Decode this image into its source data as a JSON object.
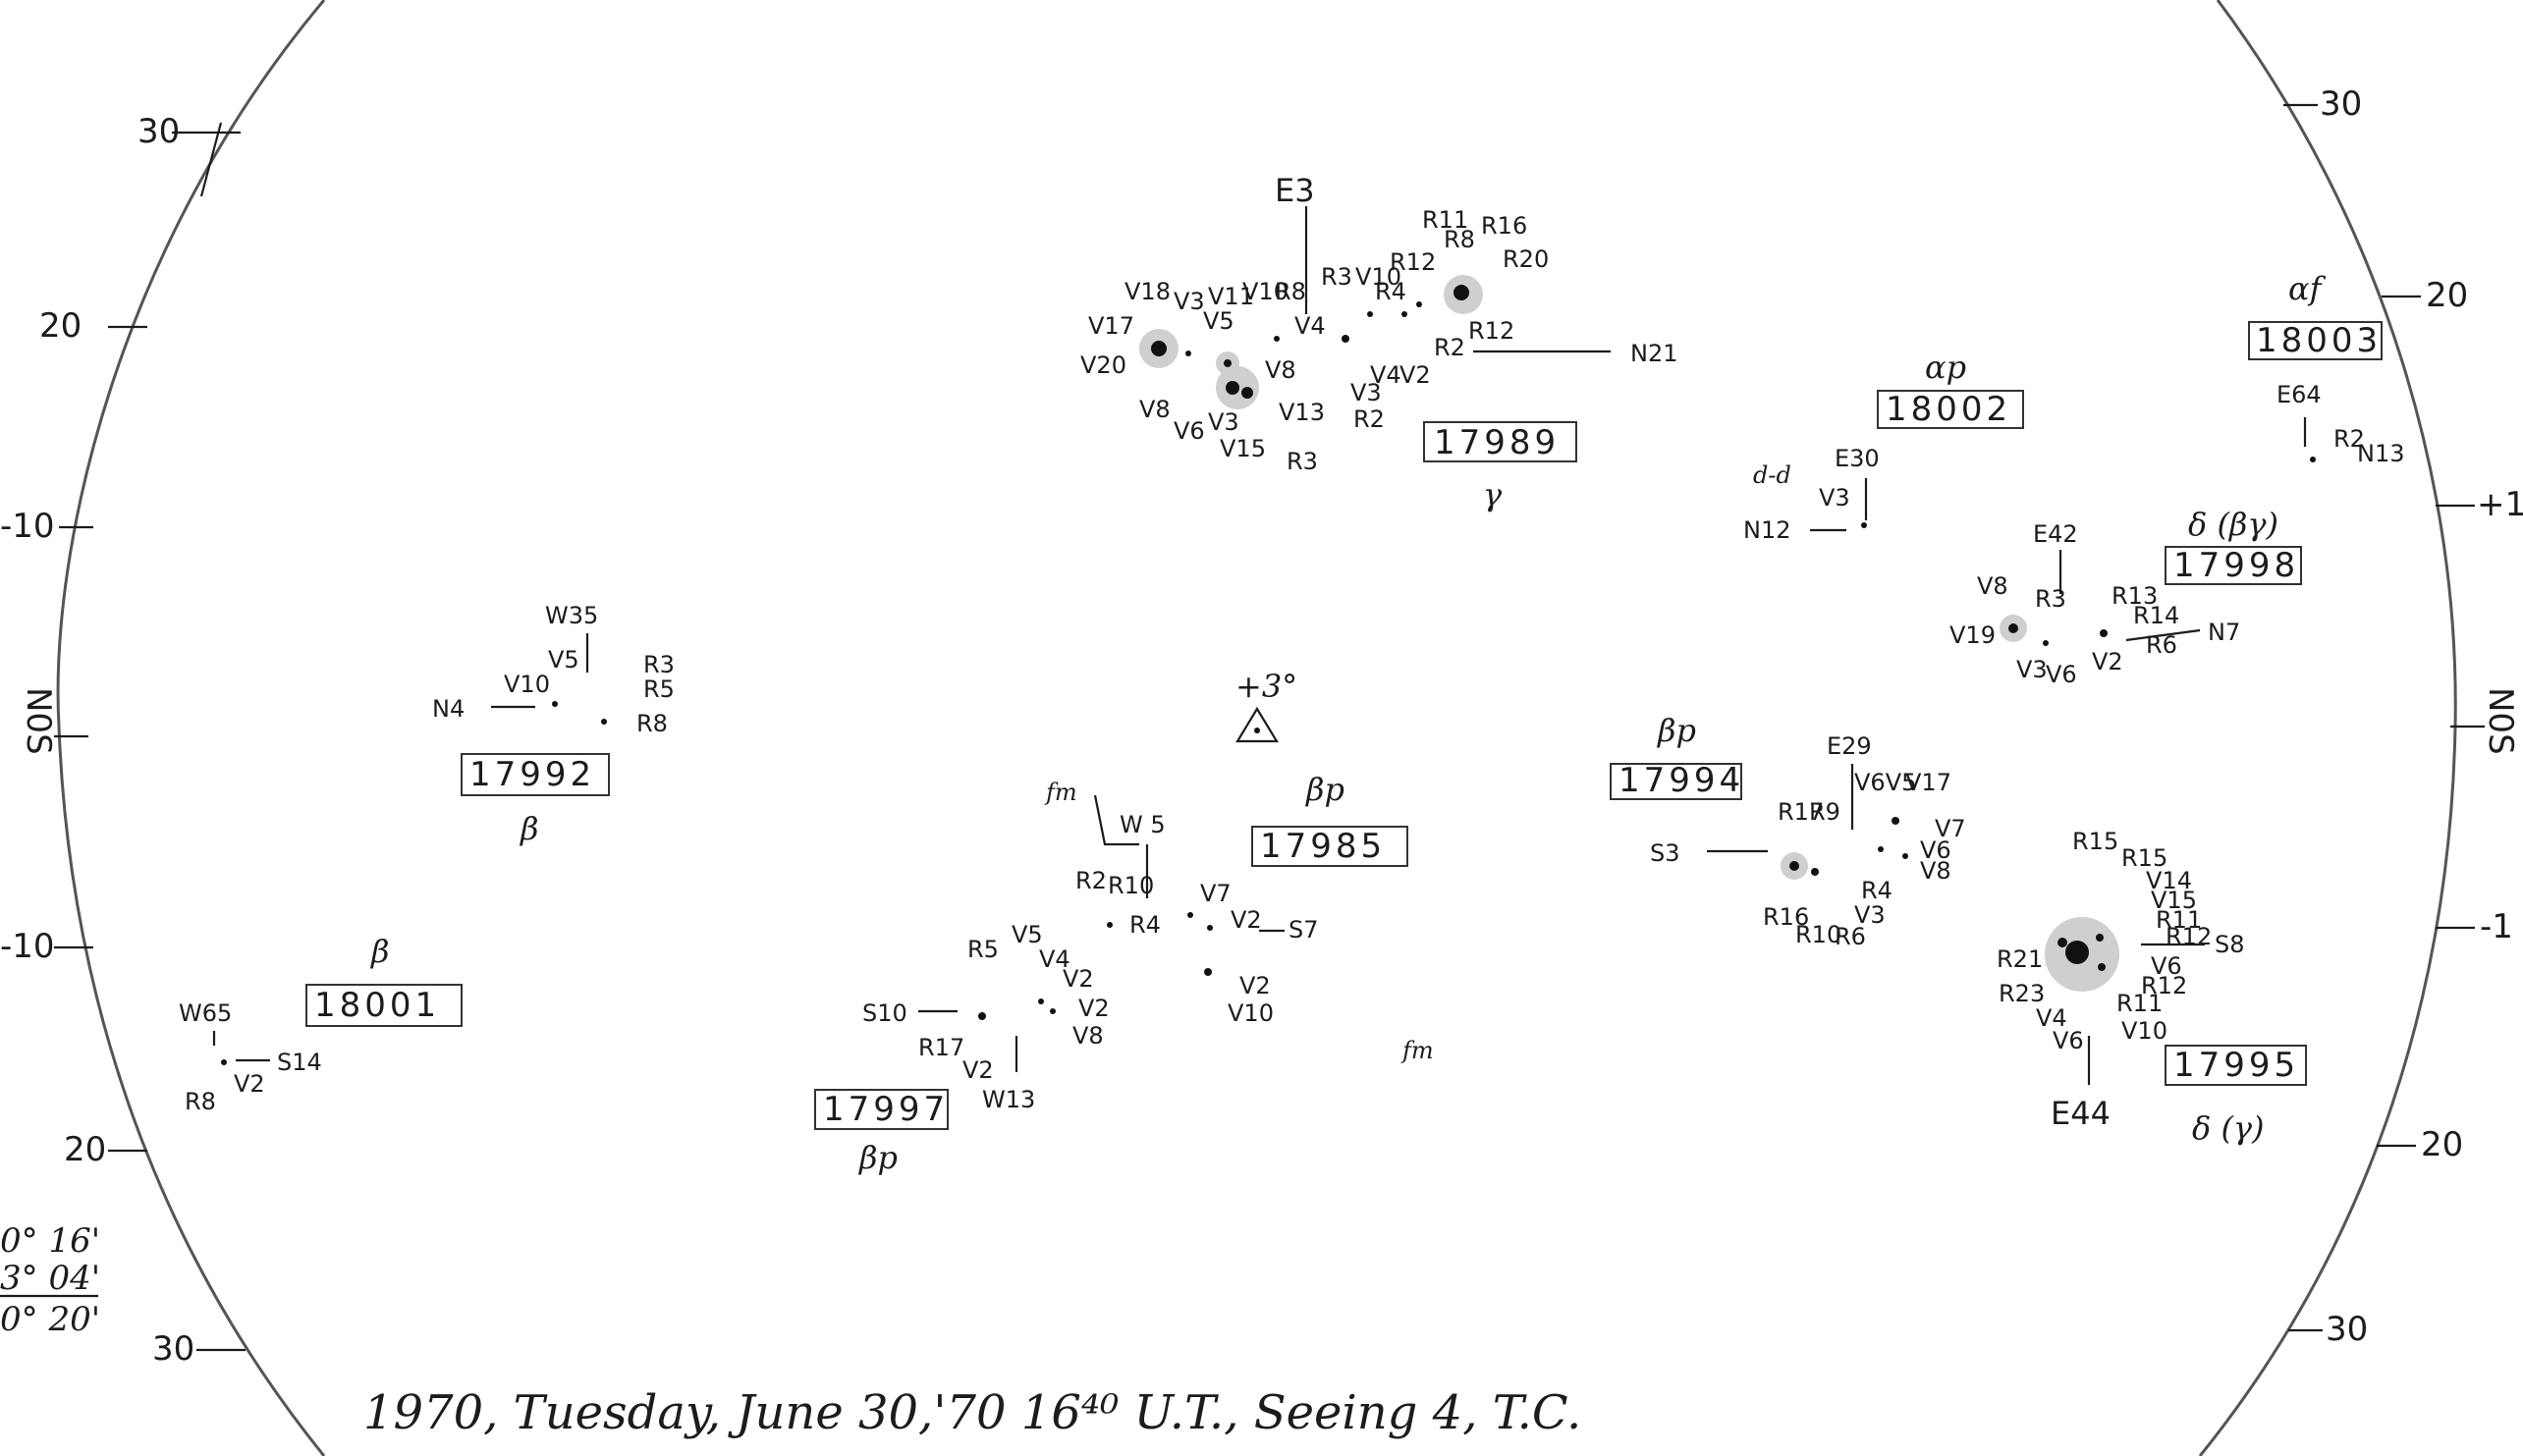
{
  "footer": {
    "caption": "1970, Tuesday, June 30,'70 16⁴⁰ U.T., Seeing 4, T.C."
  },
  "left_scale": [
    "30",
    "20",
    "-10",
    "N0S",
    "-10",
    "20",
    "30"
  ],
  "right_scale": [
    "30",
    "20",
    "+1",
    "N0S",
    "-1",
    "20",
    "30"
  ],
  "corner_values": [
    "0° 16'",
    "3° 04'",
    "0° 20'"
  ],
  "center_mark": "+3°",
  "regions": [
    {
      "id": "17989",
      "class": "γ",
      "position": "E3 / N21",
      "labels": [
        "E3",
        "N21",
        "V18",
        "V17",
        "V20",
        "V3",
        "V11",
        "V10",
        "V5",
        "R8",
        "V8",
        "V6",
        "V3",
        "V13",
        "V15",
        "R3",
        "R3",
        "V10",
        "R12",
        "R11",
        "R8",
        "R16",
        "R4",
        "R20",
        "V4",
        "R12",
        "R2",
        "V4",
        "V3",
        "V2",
        "R2",
        "V8"
      ]
    },
    {
      "id": "18002",
      "class": "αp",
      "position": "E30 / N12",
      "labels": [
        "d-d",
        "E30",
        "V3",
        "N12"
      ]
    },
    {
      "id": "18003",
      "class": "αf",
      "position": "E64 / N13",
      "labels": [
        "E64",
        "R2",
        "N13"
      ]
    },
    {
      "id": "17998",
      "class": "δ (βγ)",
      "position": "E42 / N7",
      "labels": [
        "E42",
        "V8",
        "R3",
        "V19",
        "V3",
        "V6",
        "V2",
        "R13",
        "R14",
        "R6",
        "N7"
      ]
    },
    {
      "id": "17992",
      "class": "β",
      "position": "W35 / N4",
      "labels": [
        "W35",
        "V5",
        "V10",
        "R3",
        "R5",
        "R8",
        "N4"
      ]
    },
    {
      "id": "17994",
      "class": "βp",
      "position": "E29 / S3",
      "labels": [
        "E29",
        "V6V5",
        "V17",
        "V7",
        "V6",
        "V8",
        "R17",
        "R9",
        "R4",
        "V3",
        "R16",
        "R10",
        "R6",
        "S3"
      ]
    },
    {
      "id": "17985",
      "class": "βp",
      "position": "W5 / S7",
      "labels": [
        "fm",
        "W 5",
        "R2",
        "R10",
        "R4",
        "V7",
        "V2",
        "S7",
        "V2",
        "V10",
        "fm"
      ]
    },
    {
      "id": "17997",
      "class": "βp",
      "position": "W13 / S10",
      "labels": [
        "R5",
        "V5",
        "V4",
        "V2",
        "V2",
        "V8",
        "S10",
        "R17",
        "V2",
        "W13"
      ]
    },
    {
      "id": "18001",
      "class": "β",
      "position": "W65 / S14",
      "labels": [
        "W65",
        "S14",
        "R8",
        "V2"
      ]
    },
    {
      "id": "17995",
      "class": "δ (γ)",
      "position": "E44 / S8",
      "labels": [
        "R15",
        "R15",
        "V14",
        "V15",
        "R11",
        "R12",
        "S8",
        "R21",
        "V6",
        "R23",
        "R12",
        "R11",
        "V4",
        "V6",
        "V10",
        "E44"
      ]
    }
  ]
}
